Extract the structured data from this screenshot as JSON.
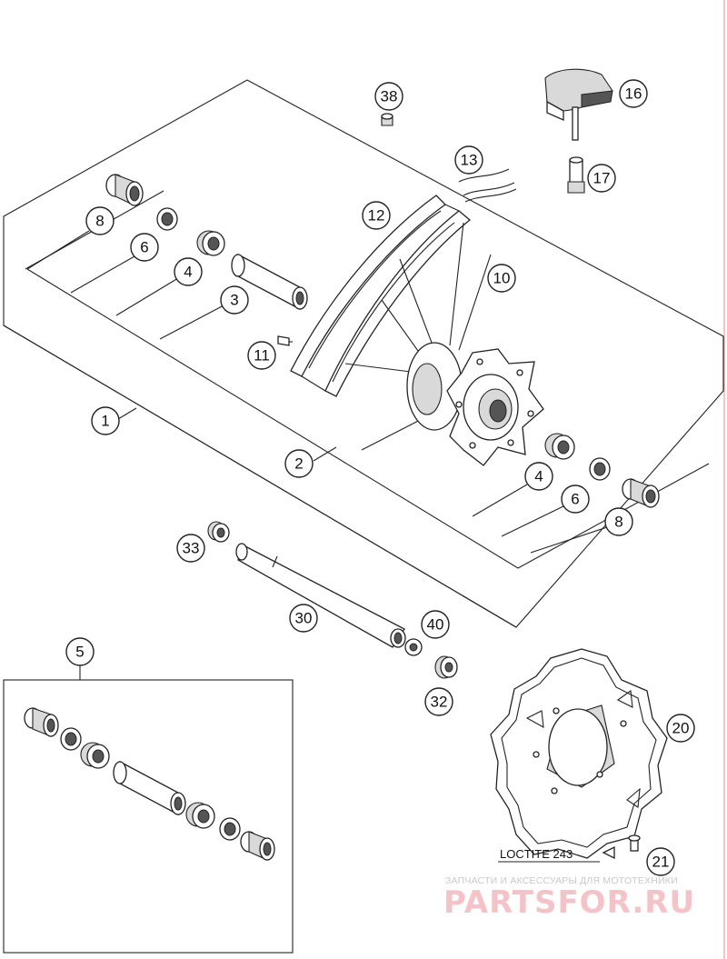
{
  "callouts": {
    "c1": "1",
    "c2": "2",
    "c3": "3",
    "c4a": "4",
    "c4b": "4",
    "c5": "5",
    "c6a": "6",
    "c6b": "6",
    "c8a": "8",
    "c8b": "8",
    "c10": "10",
    "c11": "11",
    "c12": "12",
    "c13": "13",
    "c16": "16",
    "c17": "17",
    "c20": "20",
    "c21": "21",
    "c30": "30",
    "c32": "32",
    "c33": "33",
    "c38": "38",
    "c40": "40"
  },
  "labels": {
    "loctite": "LOCTITE 243"
  },
  "watermark": {
    "tagline": "ЗАПЧАСТИ И АКСЕССУАРЫ ДЛЯ МОТОТЕХНИКИ",
    "brand": "PARTSFOR.RU"
  },
  "colors": {
    "line": "#222222",
    "watermark": "#f3c3c8",
    "edge_rule": "#e88888"
  }
}
